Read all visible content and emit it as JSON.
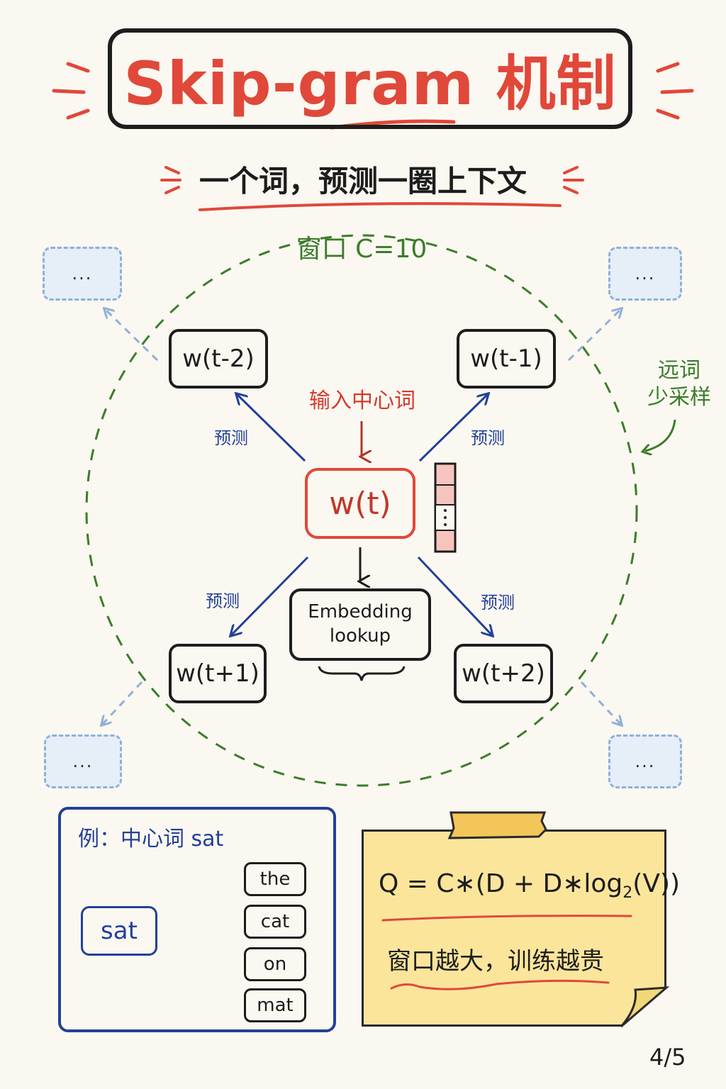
{
  "header": {
    "title": "Skip-gram 机制",
    "subtitle": "一个词，预测一圈上下文"
  },
  "window": {
    "label": "窗口 C=10"
  },
  "center": {
    "word": "w(t)",
    "input_label": "输入中心词",
    "embedding_label": "Embedding\nlookup"
  },
  "context_words": {
    "top_left": "w(t-2)",
    "top_right": "w(t-1)",
    "bottom_left": "w(t+1)",
    "bottom_right": "w(t+2)"
  },
  "predict_label": "预测",
  "outer_placeholder": "...",
  "far_note": "远词\n少采样",
  "example": {
    "title": "例：中心词 sat",
    "center": "sat",
    "targets": [
      "the",
      "cat",
      "on",
      "mat"
    ]
  },
  "note": {
    "formula_main": "Q = C∗(D + D∗log",
    "formula_sub": "2",
    "formula_end": "(V))",
    "text": "窗口越大，训练越贵"
  },
  "page": "4/5",
  "colors": {
    "title_red": "#e0483a",
    "predict_blue": "#23409a",
    "window_green": "#3b7d2a",
    "dashed_blue": "#8fb0d8",
    "note_yellow": "#fbe59b"
  }
}
